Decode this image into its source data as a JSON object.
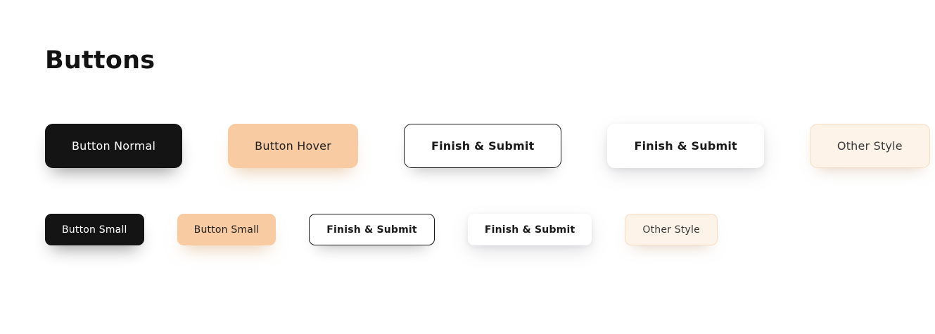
{
  "page": {
    "title": "Buttons"
  },
  "theme": {
    "background": "#ffffff",
    "dark_button_bg": "#141414",
    "peach_button_bg": "#f9cba2",
    "soft_peach_bg": "#fdf3e9",
    "soft_peach_border": "#f8dcc1",
    "outline_border": "#1a1a1a",
    "text_on_dark": "#ffffff",
    "text_on_light": "#1f1f1f"
  },
  "rows": {
    "large": {
      "buttons": [
        {
          "label": "Button Normal",
          "variant": "solid-dark",
          "state": "normal"
        },
        {
          "label": "Button Hover",
          "variant": "solid-peach",
          "state": "hover"
        },
        {
          "label": "Finish & Submit",
          "variant": "outline",
          "state": "normal"
        },
        {
          "label": "Finish & Submit",
          "variant": "elevated-white",
          "state": "normal"
        },
        {
          "label": "Other Style",
          "variant": "soft-peach",
          "state": "normal"
        }
      ]
    },
    "small": {
      "buttons": [
        {
          "label": "Button Small",
          "variant": "solid-dark",
          "state": "normal"
        },
        {
          "label": "Button Small",
          "variant": "solid-peach",
          "state": "hover"
        },
        {
          "label": "Finish & Submit",
          "variant": "outline",
          "state": "normal"
        },
        {
          "label": "Finish & Submit",
          "variant": "elevated-white",
          "state": "normal"
        },
        {
          "label": "Other Style",
          "variant": "soft-peach",
          "state": "normal"
        }
      ]
    }
  }
}
